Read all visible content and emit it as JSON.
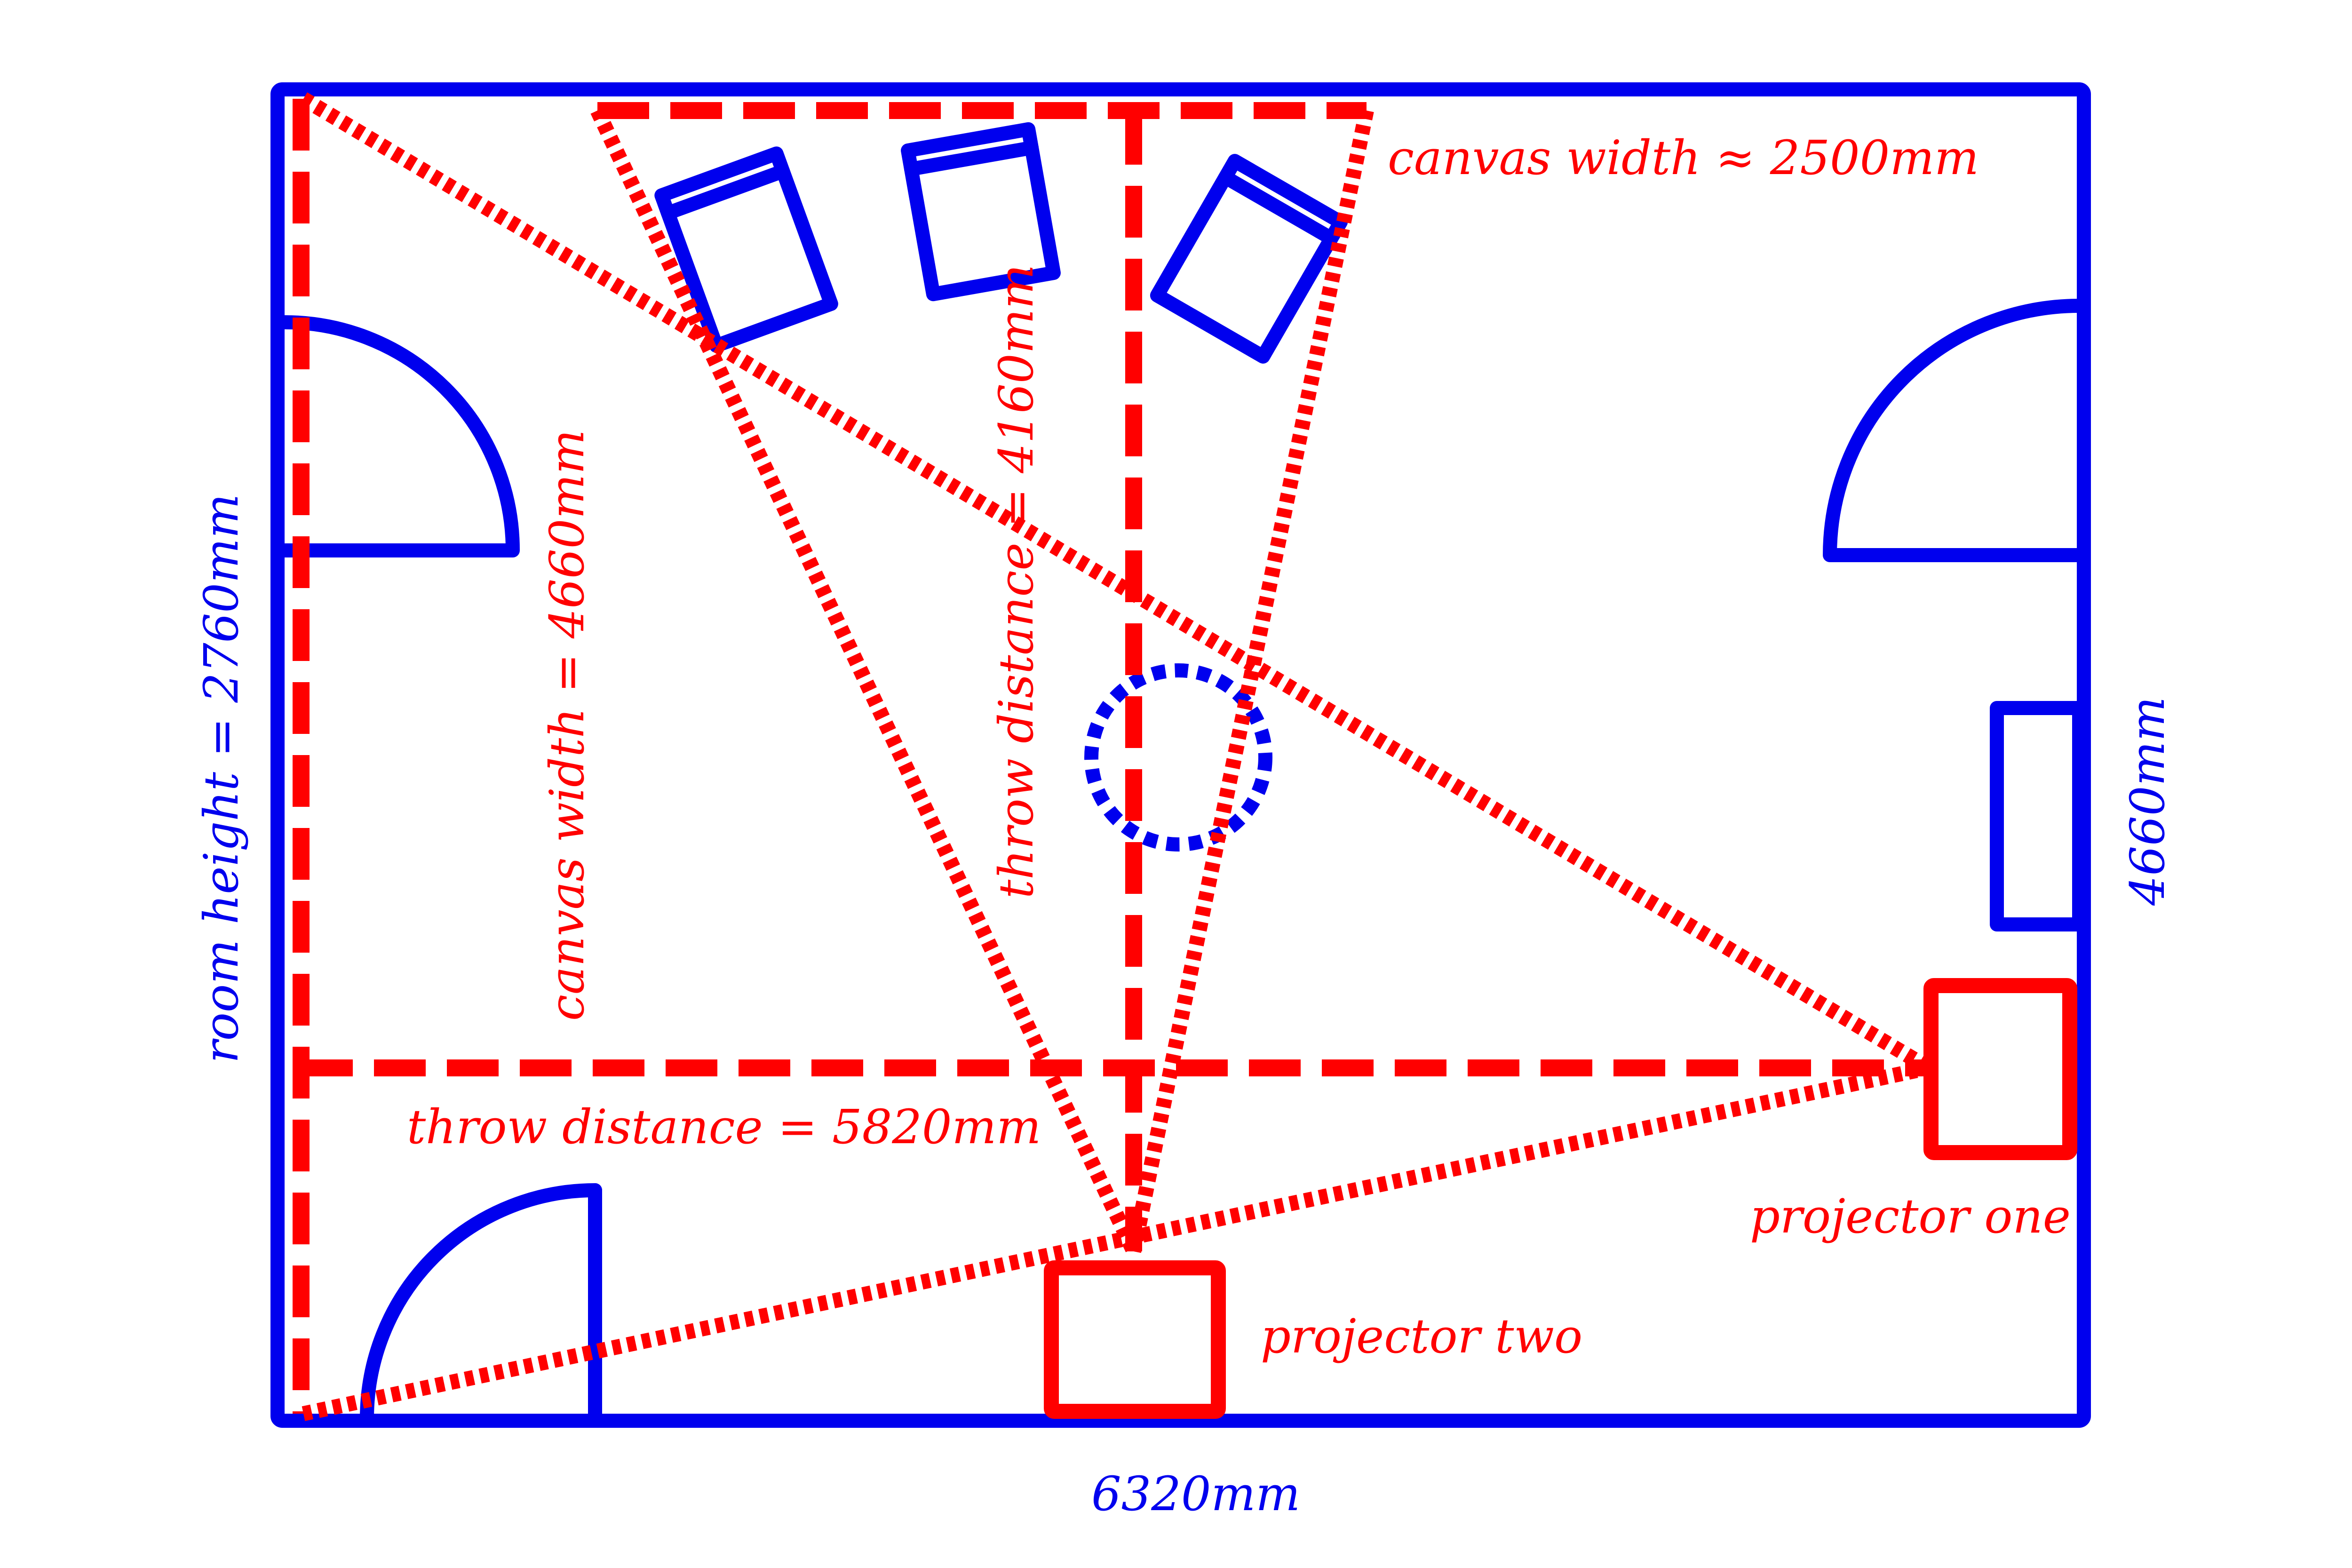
{
  "colors": {
    "room": "#0000ee",
    "projection": "#ff0000",
    "background": "#ffffff"
  },
  "labels": {
    "canvas_width_top": "canvas width ≈ 2500mm",
    "throw_distance_vertical": "throw distance = 4160mm",
    "canvas_width_left": "canvas width = 4660mm",
    "room_height": "room height = 2760mm",
    "room_depth": "4660mm",
    "throw_distance_horizontal": "throw distance = 5820mm",
    "projector_one": "projector one",
    "projector_two": "projector two",
    "room_width": "6320mm"
  },
  "icons": {
    "door_top_left": "door-swing-icon",
    "door_top_right": "door-swing-icon",
    "door_bottom_left": "door-swing-icon",
    "chair": "armchair-icon",
    "table": "round-table-icon",
    "cabinet": "cabinet-icon",
    "projector": "projector-box-icon"
  }
}
